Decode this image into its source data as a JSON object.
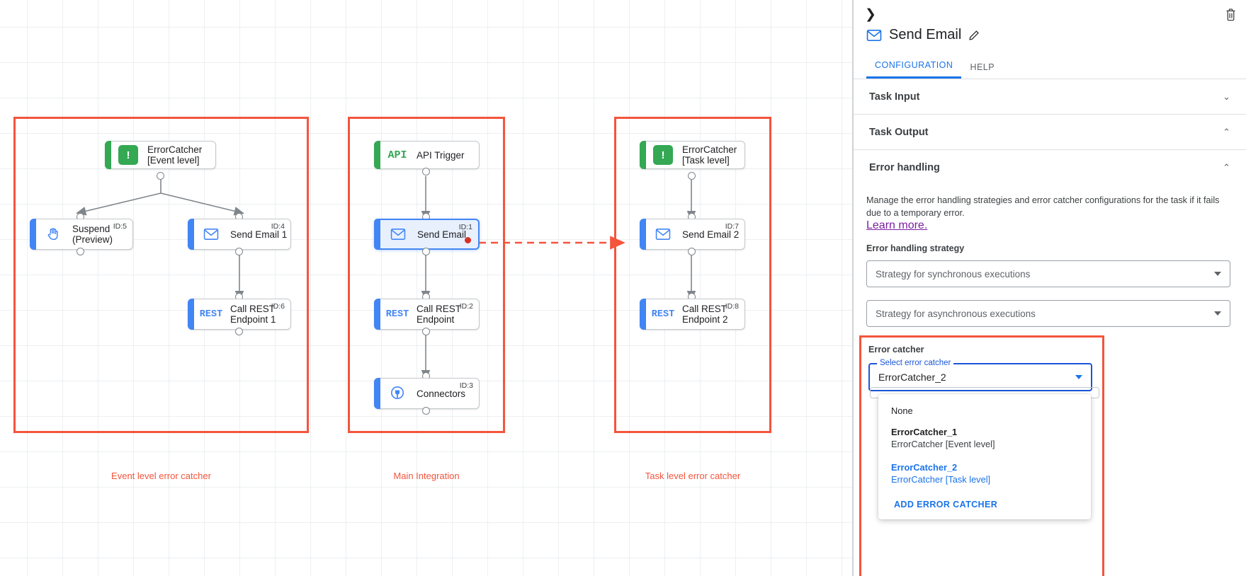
{
  "canvas": {
    "groups": [
      {
        "id": "event-level",
        "label": "Event level error catcher"
      },
      {
        "id": "main-integration",
        "label": "Main Integration"
      },
      {
        "id": "task-level",
        "label": "Task level error catcher"
      }
    ],
    "nodes": [
      {
        "key": "errorcatcher_event",
        "label": "ErrorCatcher\n[Event level]",
        "icon": "errorcatcher-icon",
        "id_badge": "",
        "accent": "green",
        "selected": false
      },
      {
        "key": "suspend",
        "label": "Suspend\n(Preview)",
        "icon": "suspend-hand-icon",
        "id_badge": "ID:5",
        "accent": "blue",
        "selected": false
      },
      {
        "key": "send_email_1",
        "label": "Send Email 1",
        "icon": "envelope-icon",
        "id_badge": "ID:4",
        "accent": "blue",
        "selected": false
      },
      {
        "key": "call_rest_1",
        "label": "Call REST\nEndpoint 1",
        "icon": "rest-icon",
        "id_badge": "ID:6",
        "accent": "blue",
        "selected": false
      },
      {
        "key": "api_trigger",
        "label": "API Trigger",
        "icon": "api-icon",
        "id_badge": "",
        "accent": "green",
        "selected": false
      },
      {
        "key": "send_email",
        "label": "Send Email",
        "icon": "envelope-icon",
        "id_badge": "ID:1",
        "accent": "blue",
        "selected": true
      },
      {
        "key": "call_rest",
        "label": "Call REST\nEndpoint",
        "icon": "rest-icon",
        "id_badge": "ID:2",
        "accent": "blue",
        "selected": false
      },
      {
        "key": "connectors",
        "label": "Connectors",
        "icon": "connectors-plug-icon",
        "id_badge": "ID:3",
        "accent": "blue",
        "selected": false
      },
      {
        "key": "errorcatcher_task",
        "label": "ErrorCatcher\n[Task level]",
        "icon": "errorcatcher-icon",
        "id_badge": "",
        "accent": "green",
        "selected": false
      },
      {
        "key": "send_email_2",
        "label": "Send Email 2",
        "icon": "envelope-icon",
        "id_badge": "ID:7",
        "accent": "blue",
        "selected": false
      },
      {
        "key": "call_rest_2",
        "label": "Call REST\nEndpoint 2",
        "icon": "rest-icon",
        "id_badge": "ID:8",
        "accent": "blue",
        "selected": false
      }
    ],
    "icon_text": {
      "api": "API",
      "rest": "REST"
    }
  },
  "panel": {
    "title": "Send Email",
    "title_icon": "envelope-icon",
    "collapse_icon": "chevron-right-icon",
    "delete_icon": "trash-icon",
    "edit_icon": "pencil-icon",
    "tabs": [
      {
        "key": "configuration",
        "label": "CONFIGURATION",
        "active": true
      },
      {
        "key": "help",
        "label": "HELP",
        "active": false
      }
    ],
    "sections": [
      {
        "key": "task_input",
        "label": "Task Input",
        "expanded": false,
        "chevron": "⌄"
      },
      {
        "key": "task_output",
        "label": "Task Output",
        "expanded": true,
        "chevron": "⌃"
      }
    ],
    "error_handling": {
      "heading": "Error handling",
      "chevron": "⌃",
      "description": "Manage the error handling strategies and error catcher configurations for the task if it fails due to a temporary error.",
      "learn_more": "Learn more.",
      "strategy_label": "Error handling strategy",
      "sync_placeholder": "Strategy for synchronous executions",
      "async_placeholder": "Strategy for asynchronous executions"
    },
    "error_catcher": {
      "section_label": "Error catcher",
      "field_legend": "Select error catcher",
      "value": "ErrorCatcher_2",
      "options": [
        {
          "key": "none",
          "primary": "None",
          "secondary": "",
          "selected": false
        },
        {
          "key": "ec1",
          "primary": "ErrorCatcher_1",
          "secondary": "ErrorCatcher [Event level]",
          "selected": false
        },
        {
          "key": "ec2",
          "primary": "ErrorCatcher_2",
          "secondary": "ErrorCatcher [Task level]",
          "selected": true
        }
      ],
      "add_label": "ADD ERROR CATCHER"
    }
  },
  "colors": {
    "accent_blue": "#1a73e8",
    "highlight_red": "#f4543c",
    "node_green": "#34a853",
    "node_blue": "#4285f4",
    "error_dot": "#d93025",
    "link_purple": "#7b1fa2"
  }
}
